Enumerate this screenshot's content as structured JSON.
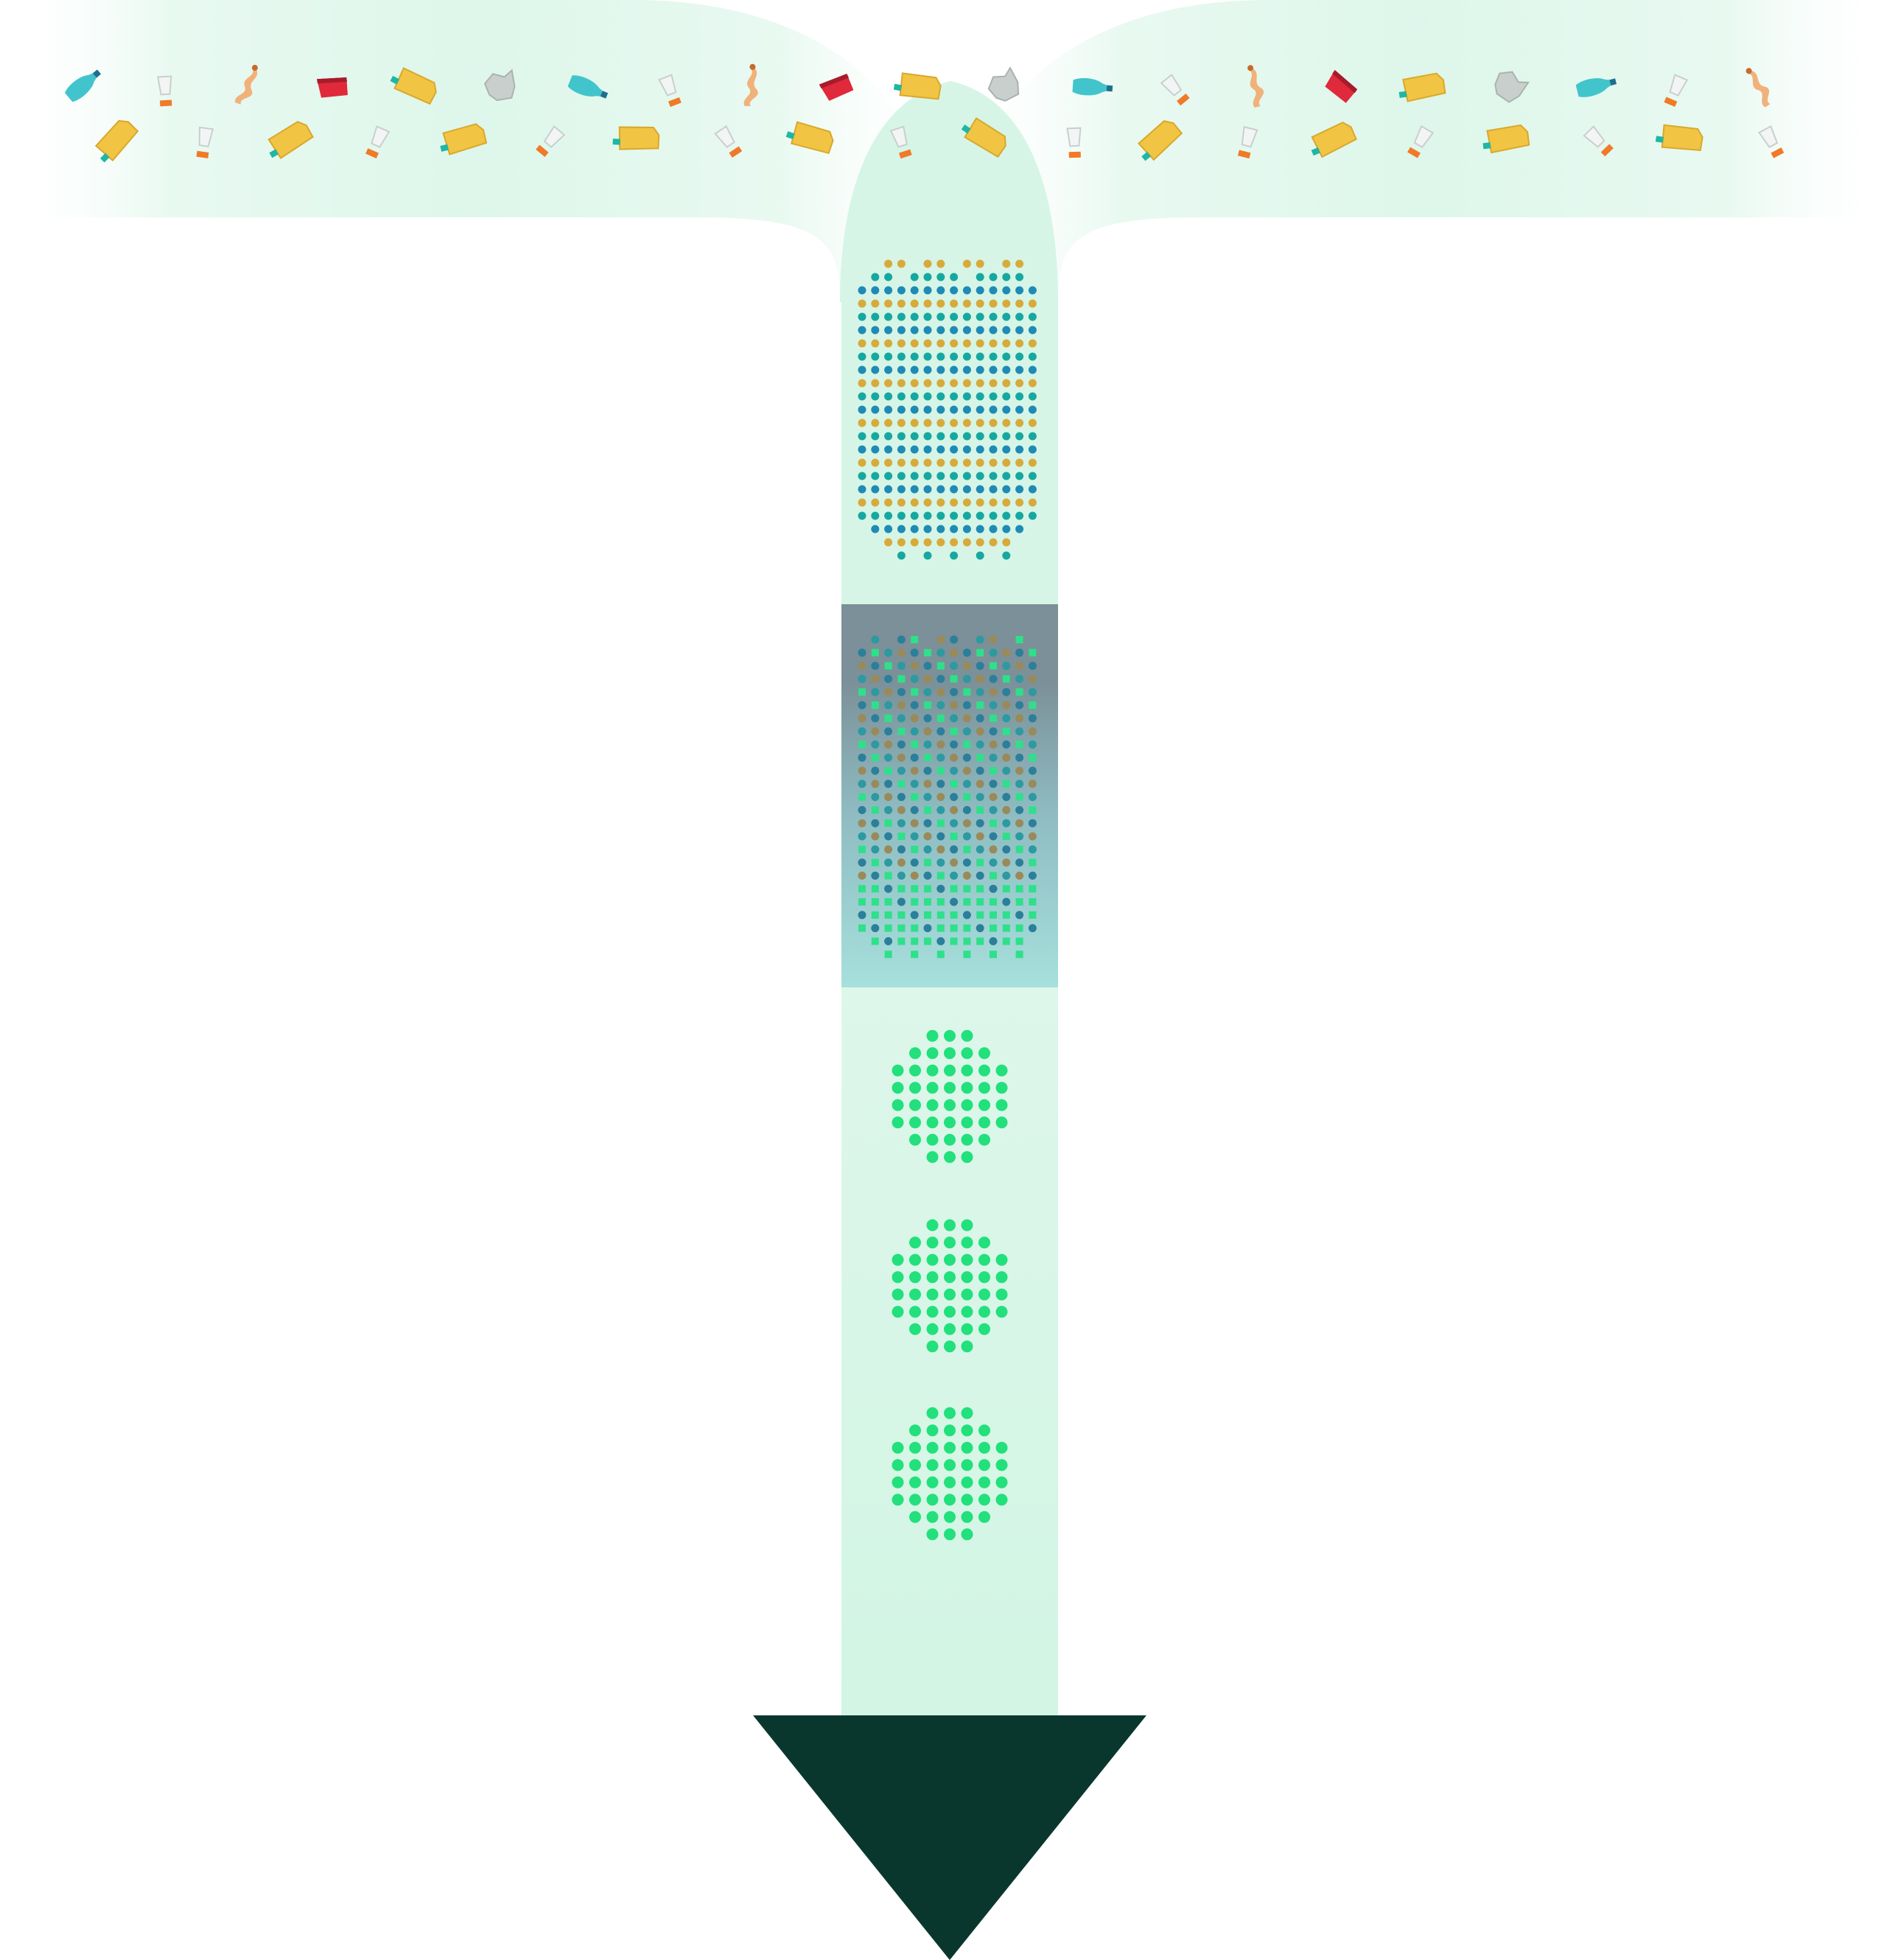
{
  "colors": {
    "background": "#ffffff",
    "stream_fill": "#d4f5e6",
    "arrowhead": "#0a372d",
    "pellet_teal": "#16a8a0",
    "pellet_blue": "#1e8bb5",
    "pellet_gold": "#d8aa3a",
    "stage2_green": "#2ee08a",
    "stage2_dark_top": "#7b9098",
    "stage2_light_bottom": "#a6e0dc",
    "output_green": "#22e07c"
  },
  "icons": {
    "waste_items": [
      "cup-icon",
      "bottle-icon",
      "crumpled-bag-icon",
      "detergent-jug-icon",
      "red-pouch-icon",
      "twisted-wrapper-icon"
    ]
  },
  "stages": [
    {
      "name": "plastic-waste-input"
    },
    {
      "name": "mixed-pellets"
    },
    {
      "name": "processing"
    },
    {
      "name": "output-clusters",
      "count": 3
    }
  ]
}
